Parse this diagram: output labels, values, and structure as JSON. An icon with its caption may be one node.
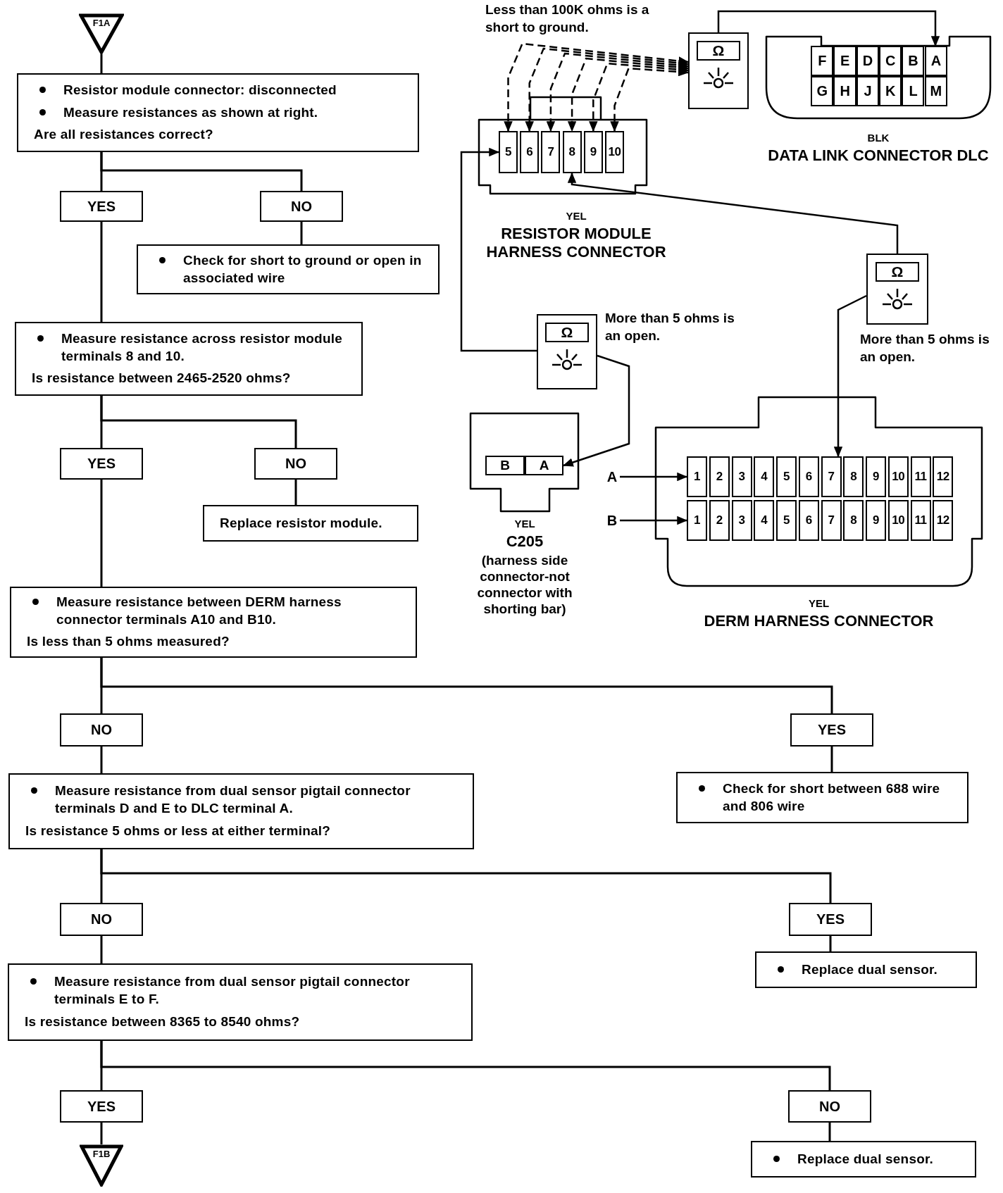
{
  "diagram": {
    "nodes": [
      {
        "text": [
          "F1A"
        ]
      },
      {
        "text": [
          "Resistor module connector: disconnected",
          "Measure resistances as shown at right.",
          "Are all resistances correct?"
        ]
      },
      {
        "text": [
          "YES"
        ]
      },
      {
        "text": [
          "NO"
        ]
      },
      {
        "text": [
          "Check for short to ground or open in associated wire"
        ]
      },
      {
        "text": [
          "Measure resistance across resistor module terminals 8 and 10.",
          "Is resistance between 2465-2520 ohms?"
        ]
      },
      {
        "text": [
          "YES"
        ]
      },
      {
        "text": [
          "NO"
        ]
      },
      {
        "text": [
          "Replace resistor module."
        ]
      },
      {
        "text": [
          "Measure resistance between DERM harness connector terminals A10 and B10.",
          "Is less than 5 ohms measured?"
        ]
      },
      {
        "text": [
          "NO"
        ]
      },
      {
        "text": [
          "YES"
        ]
      },
      {
        "text": [
          "Measure resistance from dual sensor pigtail connector terminals D and E to DLC terminal A.",
          "Is resistance 5 ohms or less at either terminal?"
        ]
      },
      {
        "text": [
          "Check for short between 688 wire and 806 wire"
        ]
      },
      {
        "text": [
          "NO"
        ]
      },
      {
        "text": [
          "YES"
        ]
      },
      {
        "text": [
          "Replace dual sensor."
        ]
      },
      {
        "text": [
          "Measure resistance from dual sensor pigtail connector terminals E to F.",
          "Is resistance between 8365 to 8540 ohms?"
        ]
      },
      {
        "text": [
          "YES"
        ]
      },
      {
        "text": [
          "NO"
        ]
      },
      {
        "text": [
          "F1B"
        ]
      },
      {
        "text": [
          "Replace dual sensor."
        ]
      },
      {
        "text": [
          "Ω"
        ],
        "beside": [
          "Less than 100K ohms is a short to ground."
        ]
      },
      {
        "text": [
          "BLK",
          "DATA LINK CONNECTOR DLC"
        ]
      },
      {
        "text": [
          "F"
        ],
        "in": 23
      },
      {
        "text": [
          "E"
        ],
        "in": 23
      },
      {
        "text": [
          "D"
        ],
        "in": 23
      },
      {
        "text": [
          "C"
        ],
        "in": 23
      },
      {
        "text": [
          "B"
        ],
        "in": 23
      },
      {
        "text": [
          "A"
        ],
        "in": 23
      },
      {
        "text": [
          "G"
        ],
        "in": 23
      },
      {
        "text": [
          "H"
        ],
        "in": 23
      },
      {
        "text": [
          "J"
        ],
        "in": 23
      },
      {
        "text": [
          "K"
        ],
        "in": 23
      },
      {
        "text": [
          "L"
        ],
        "in": 23
      },
      {
        "text": [
          "M"
        ],
        "in": 23
      },
      {
        "text": [
          "YEL",
          "RESISTOR MODULE HARNESS CONNECTOR"
        ]
      },
      {
        "text": [
          "5"
        ],
        "in": 36
      },
      {
        "text": [
          "6"
        ],
        "in": 36
      },
      {
        "text": [
          "7"
        ],
        "in": 36
      },
      {
        "text": [
          "8"
        ],
        "in": 36
      },
      {
        "text": [
          "9"
        ],
        "in": 36
      },
      {
        "text": [
          "10"
        ],
        "in": 36
      },
      {
        "text": [
          "Ω"
        ],
        "beside": [
          "More than 5 ohms is an open."
        ]
      },
      {
        "text": [
          "Ω"
        ],
        "beside": [
          "More than 5 ohms is an open."
        ]
      },
      {
        "text": [
          "YEL",
          "C205",
          "(harness side connector-not connector with shorting bar)"
        ]
      },
      {
        "text": [
          "B"
        ],
        "in": 45
      },
      {
        "text": [
          "A"
        ],
        "in": 45
      },
      {
        "text": [
          "A"
        ]
      },
      {
        "text": [
          "B"
        ]
      },
      {
        "text": [
          "YEL",
          "DERM HARNESS CONNECTOR"
        ]
      },
      {
        "text": [
          "1"
        ],
        "in": 50
      },
      {
        "text": [
          "2"
        ],
        "in": 50
      },
      {
        "text": [
          "3"
        ],
        "in": 50
      },
      {
        "text": [
          "4"
        ],
        "in": 50
      },
      {
        "text": [
          "5"
        ],
        "in": 50
      },
      {
        "text": [
          "6"
        ],
        "in": 50
      },
      {
        "text": [
          "7"
        ],
        "in": 50
      },
      {
        "text": [
          "8"
        ],
        "in": 50
      },
      {
        "text": [
          "9"
        ],
        "in": 50
      },
      {
        "text": [
          "10"
        ],
        "in": 50
      },
      {
        "text": [
          "11"
        ],
        "in": 50
      },
      {
        "text": [
          "12"
        ],
        "in": 50
      },
      {
        "text": [
          "1"
        ],
        "in": 50
      },
      {
        "text": [
          "2"
        ],
        "in": 50
      },
      {
        "text": [
          "3"
        ],
        "in": 50
      },
      {
        "text": [
          "4"
        ],
        "in": 50
      },
      {
        "text": [
          "5"
        ],
        "in": 50
      },
      {
        "text": [
          "6"
        ],
        "in": 50
      },
      {
        "text": [
          "7"
        ],
        "in": 50
      },
      {
        "text": [
          "8"
        ],
        "in": 50
      },
      {
        "text": [
          "9"
        ],
        "in": 50
      },
      {
        "text": [
          "10"
        ],
        "in": 50
      },
      {
        "text": [
          "11"
        ],
        "in": 50
      },
      {
        "text": [
          "12"
        ],
        "in": 50
      }
    ],
    "edges": [
      {
        "from": 0,
        "to": 1,
        "arrow": "none"
      },
      {
        "from": 1,
        "to": 2,
        "arrow": "none"
      },
      {
        "from": 1,
        "to": 3,
        "arrow": "none"
      },
      {
        "from": 3,
        "to": 4,
        "arrow": "none"
      },
      {
        "from": 2,
        "to": 5,
        "arrow": "none"
      },
      {
        "from": 5,
        "to": 6,
        "arrow": "none"
      },
      {
        "from": 5,
        "to": 7,
        "arrow": "none"
      },
      {
        "from": 7,
        "to": 8,
        "arrow": "none"
      },
      {
        "from": 6,
        "to": 9,
        "arrow": "none"
      },
      {
        "from": 9,
        "to": 10,
        "arrow": "none"
      },
      {
        "from": 9,
        "to": 11,
        "arrow": "none"
      },
      {
        "from": 11,
        "to": 13,
        "arrow": "none"
      },
      {
        "from": 10,
        "to": 12,
        "arrow": "none"
      },
      {
        "from": 12,
        "to": 14,
        "arrow": "none"
      },
      {
        "from": 12,
        "to": 15,
        "arrow": "none"
      },
      {
        "from": 15,
        "to": 16,
        "arrow": "none"
      },
      {
        "from": 14,
        "to": 17,
        "arrow": "none"
      },
      {
        "from": 17,
        "to": 18,
        "arrow": "none"
      },
      {
        "from": 17,
        "to": 19,
        "arrow": "none"
      },
      {
        "from": 19,
        "to": 21,
        "arrow": "none"
      },
      {
        "from": 18,
        "to": 20,
        "arrow": "none"
      },
      {
        "from": 22,
        "to": 37,
        "arrow": "both",
        "style": "dashed"
      },
      {
        "from": 22,
        "to": 38,
        "arrow": "both",
        "style": "dashed"
      },
      {
        "from": 22,
        "to": 39,
        "arrow": "both",
        "style": "dashed"
      },
      {
        "from": 22,
        "to": 40,
        "arrow": "both",
        "style": "dashed"
      },
      {
        "from": 22,
        "to": 41,
        "arrow": "both",
        "style": "dashed"
      },
      {
        "from": 22,
        "to": 42,
        "arrow": "both",
        "style": "dashed"
      },
      {
        "from": 22,
        "to": 29,
        "arrow": "to"
      },
      {
        "from": 44,
        "to": 37,
        "arrow": "to"
      },
      {
        "from": 44,
        "to": 47,
        "arrow": "to"
      },
      {
        "from": 43,
        "to": 40,
        "arrow": "to"
      },
      {
        "from": 43,
        "to": 56,
        "arrow": "to"
      },
      {
        "from": 48,
        "to": 51,
        "arrow": "to"
      },
      {
        "from": 49,
        "to": 63,
        "arrow": "to"
      }
    ]
  }
}
